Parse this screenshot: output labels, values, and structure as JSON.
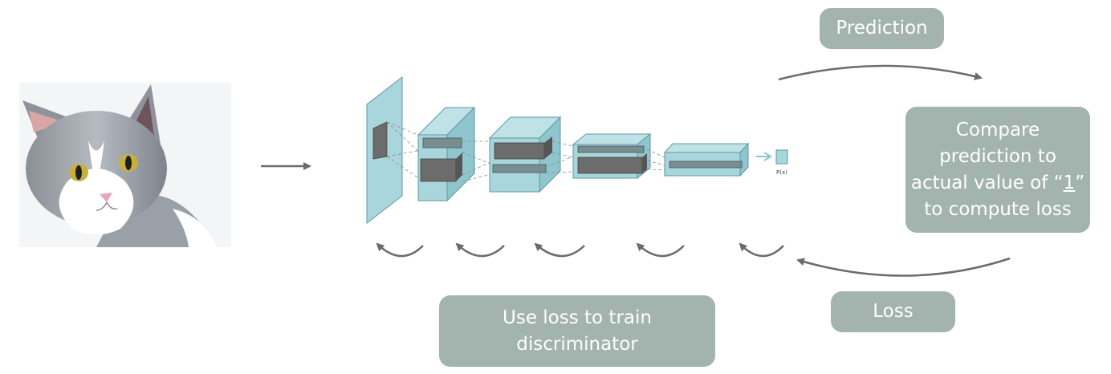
{
  "labels": {
    "prediction": "Prediction",
    "compare": {
      "line1": "Compare",
      "line2": "prediction to",
      "line3_prefix": "actual  value of “",
      "line3_value": "1",
      "line3_suffix": "”",
      "line4": "to compute loss"
    },
    "loss": "Loss",
    "train": {
      "line1": "Use loss to train",
      "line2": "discriminator"
    },
    "output_node": "P(x)"
  },
  "colors": {
    "pill": "#a3b3ae",
    "arrow": "#6b6b6b",
    "block_fill": "#a9d6dc",
    "block_stroke": "#5d9aa3",
    "feature_fill": "#6c6c6c"
  }
}
